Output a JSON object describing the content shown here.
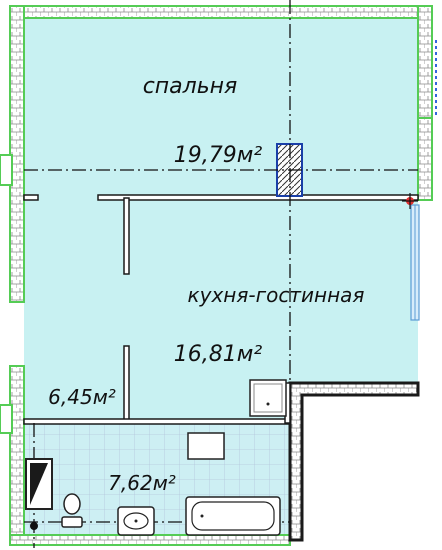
{
  "plan": {
    "rooms": [
      {
        "id": "bedroom",
        "name": "спальня",
        "area": "19,79м²"
      },
      {
        "id": "kitchen_living",
        "name": "кухня-гостинная",
        "area": "16,81м²"
      },
      {
        "id": "hall",
        "name": "",
        "area": "6,45м²"
      },
      {
        "id": "bathroom",
        "name": "",
        "area": "7,62м²"
      }
    ],
    "colors": {
      "floor": "#c8f1f2",
      "wall": "#1a1a1a",
      "exterior_wall": "#55cc55",
      "tile_line": "#b9c9dd",
      "window": "#5b9bd5"
    }
  }
}
